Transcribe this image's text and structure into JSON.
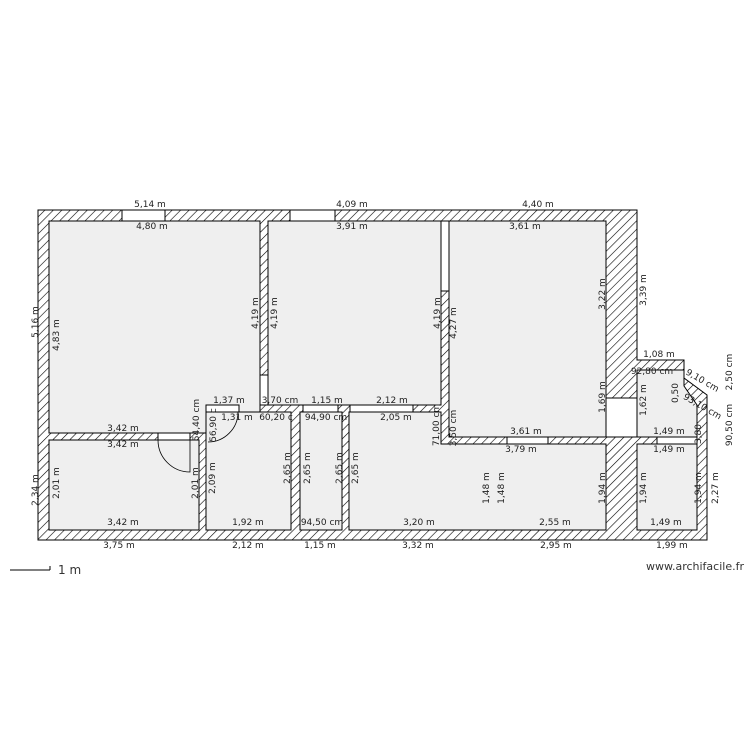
{
  "colors": {
    "wall_hatch": "#000000",
    "room_fill": "#efefef",
    "background": "#ffffff"
  },
  "labels": [
    "5,14 m",
    "4,80 m",
    "4,09 m",
    "3,91 m",
    "4,40 m",
    "3,61 m",
    "1,37 m",
    "3,70 cm",
    "1,15 m",
    "2,12 m",
    "1,31 m",
    "60,20 c",
    "94,90 cm",
    "2,05 m",
    "3,42 m",
    "3,42 m",
    "3,42 m",
    "1,92 m",
    "94,50 cm",
    "3,20 m",
    "2,55 m",
    "1,49 m",
    "3,75 m",
    "2,12 m",
    "1,15 m",
    "3,32 m",
    "2,95 m",
    "1,99 m",
    "3,61 m",
    "3,79 m",
    "1,49 m",
    "1,49 m",
    "1,08 m",
    "92,80 cm",
    "5,16 m",
    "4,83 m",
    "4,19 m",
    "4,19 m",
    "4,19 m",
    "4,27 m",
    "3,22 m",
    "3,39 m",
    "1,69 m",
    "1,62 m",
    "2,34 m",
    "2,01 m",
    "2,01 m",
    "2,09 m",
    "2,65 m",
    "2,65 m",
    "2,65 m",
    "2,65 m",
    "1,48 m",
    "1,48 m",
    "1,94 m",
    "1,94 m",
    "1,94 m",
    "2,27 m",
    "90,50 cm",
    "3,80",
    "71,00 cm",
    "3,50 cm",
    "54,40 cm",
    "56,90 c",
    "2,50 cm",
    "0,50",
    "9,10 cm",
    "93,10 cm"
  ],
  "scale_bar": {
    "label": "1 m"
  },
  "watermark": "www.archifacile.fr"
}
